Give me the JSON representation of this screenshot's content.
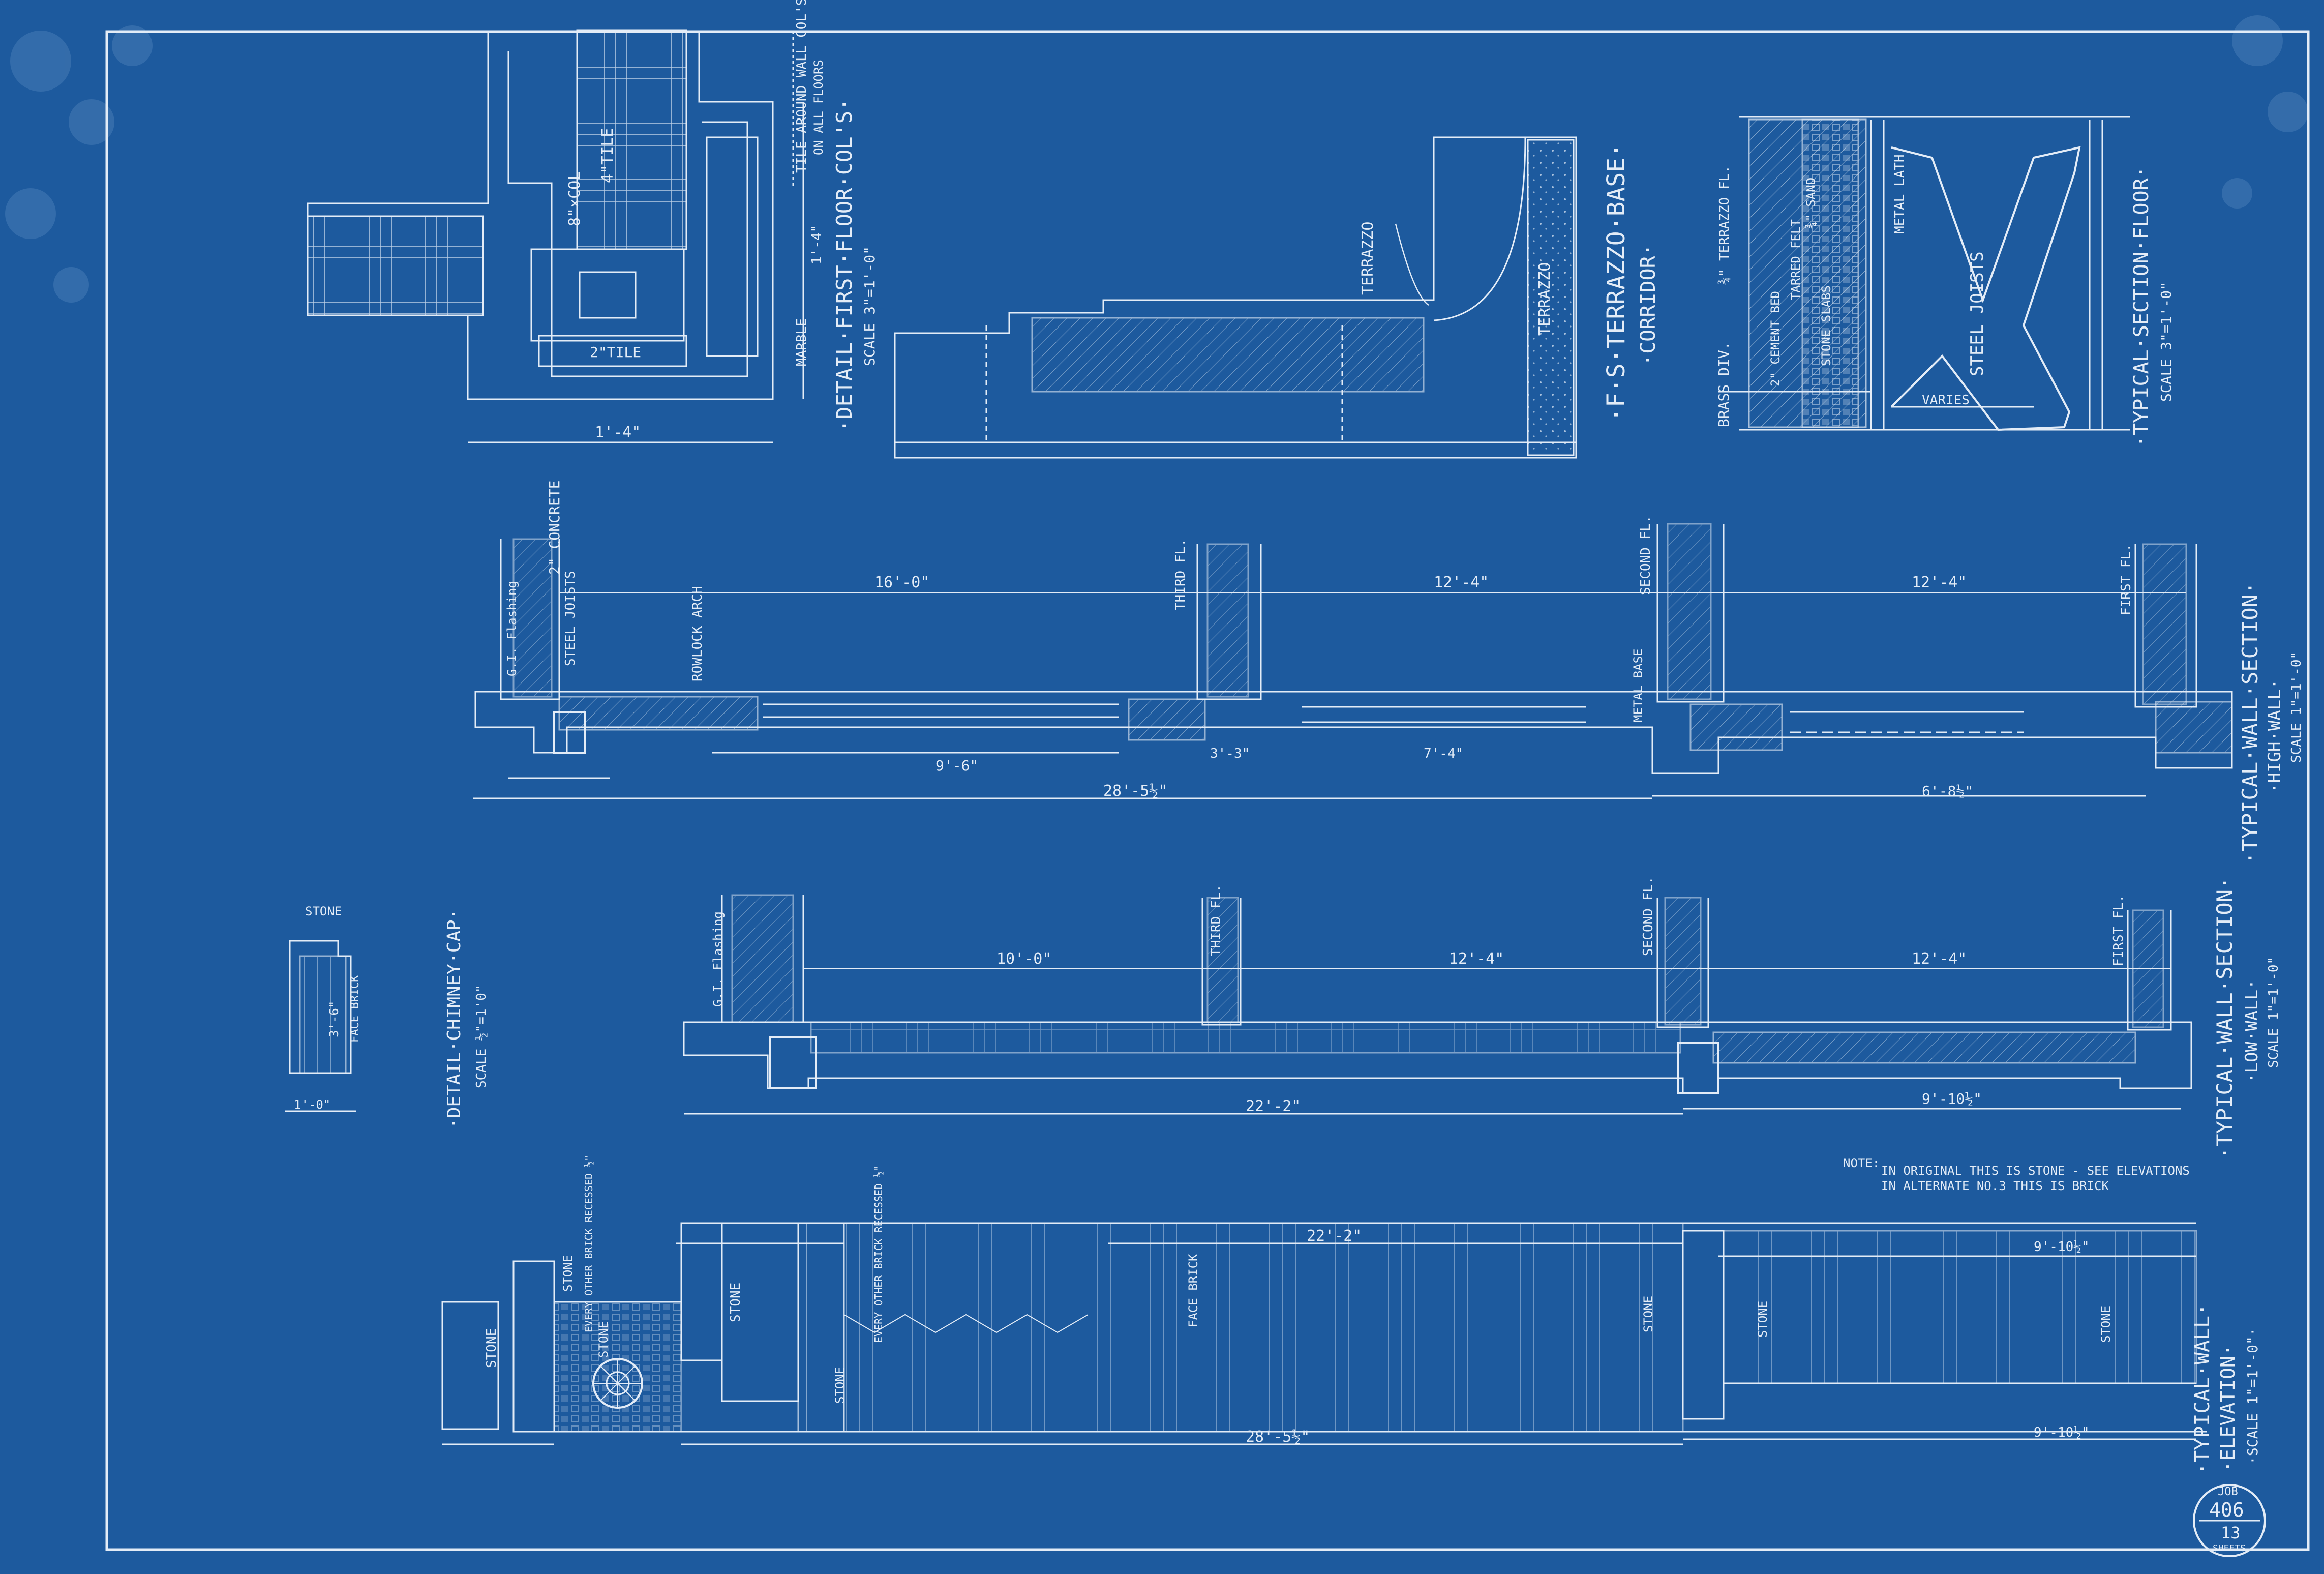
{
  "palette": {
    "paper": "#1d5a9e",
    "line": "#e3ecf7",
    "stain": "#5f8ec2"
  },
  "details": {
    "first_floor_cols": {
      "title": "·DETAIL·FIRST·FLOOR·COL'S·",
      "scale": "SCALE 3\"=1'-0\"",
      "col_label": "8\"×COL",
      "tile_4": "4\"TILE",
      "tile_2": "2\"TILE",
      "note_1": "TILE AROUND WALL COL'S",
      "note_2": "ON ALL FLOORS",
      "marble": "MARBLE",
      "width": "1'-4\"",
      "height": "1'-4\""
    },
    "terrazzo_base": {
      "title": "·F·S·TERRAZZO·BASE·",
      "subtitle": "·CORRIDOR·",
      "label_a": "TERRAZZO",
      "label_b": "TERRAZZO"
    },
    "floor_section": {
      "title": "·TYPICAL·SECTION·FLOOR·",
      "scale": "SCALE 3\"=1'-0\"",
      "brass_div": "BRASS DIV.",
      "terrazzo_fl": "¾\" TERRAZZO FL.",
      "cement_bed": "2\" CEMENT BED",
      "tarred_felt": "TARRED FELT",
      "sand": "¾\" SAND",
      "stone_slabs": "STONE SLABS",
      "metal_lath": "METAL LATH",
      "steel_joists": "STEEL JOISTS",
      "varies": "VARIES"
    },
    "chimney_cap": {
      "title": "·DETAIL·CHIMNEY·CAP·",
      "scale": "SCALE ½\"=1'0\"",
      "stone": "STONE",
      "face_brick": "FACE BRICK",
      "dim_height": "3'-6\"",
      "dim_width": "1'-0\""
    }
  },
  "high_wall": {
    "title": "·TYPICAL·WALL·SECTION·",
    "subtitle": "·HIGH·WALL·",
    "scale": "SCALE 1\"=1'-0\"",
    "concrete": "2\" CONCRETE",
    "steel_joists": "STEEL JOISTS",
    "flashing": "G.I. Flashing",
    "rowlock_arch": "ROWLOCK ARCH",
    "metal_base": "METAL BASE",
    "third_fl": "THIRD FL.",
    "second_fl": "SECOND FL.",
    "first_fl": "FIRST FL.",
    "dim_top": [
      "16'-0\"",
      "12'-4\"",
      "12'-4\""
    ],
    "dim_bottom": [
      "9'-6\"",
      "3'-3\"",
      "7'-4\"",
      "6'-8½\""
    ],
    "overall": "28'-5½\""
  },
  "low_wall": {
    "title": "·TYPICAL·WALL·SECTION·",
    "subtitle": "·LOW·WALL·",
    "scale": "SCALE 1\"=1'-0\"",
    "flashing": "G.I. Flashing",
    "third_fl": "THIRD FL.",
    "second_fl": "SECOND FL.",
    "first_fl": "FIRST FL.",
    "dim_top": [
      "10'-0\"",
      "12'-4\"",
      "12'-4\""
    ],
    "dim_bottom": [
      "9'-10½\""
    ],
    "overall": "22'-2\""
  },
  "elevation": {
    "title": "·TYPICAL·WALL·",
    "subtitle": "·ELEVATION·",
    "scale": "·SCALE 1\"=1'-0\"·",
    "note_label": "NOTE:",
    "note_1": "IN ORIGINAL THIS IS STONE - SEE ELEVATIONS",
    "note_2": "IN ALTERNATE NO.3 THIS IS BRICK",
    "stone": "STONE",
    "face_brick": "FACE BRICK",
    "every_other": "EVERY OTHER BRICK RECESSED ½\"",
    "dim_top": "22'-2\"",
    "dim_right": "9'-10½\"",
    "overall": "28'-5½\""
  },
  "stamp": {
    "job_label": "JOB",
    "job": "406",
    "sheet": "13",
    "sheets_label": "SHEETS"
  }
}
